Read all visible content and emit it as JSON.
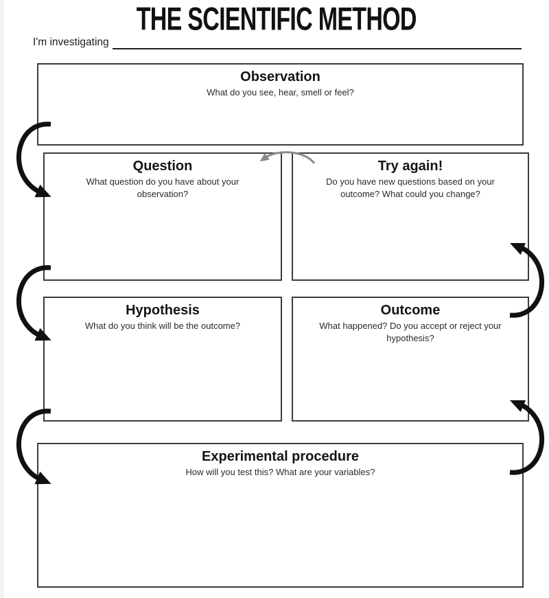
{
  "page": {
    "title": "THE SCIENTIFIC METHOD",
    "investigating_label": "I'm investigating"
  },
  "boxes": {
    "observation": {
      "title": "Observation",
      "prompt": "What do you see, hear, smell or feel?"
    },
    "question": {
      "title": "Question",
      "prompt": "What question do you have about your observation?"
    },
    "try_again": {
      "title": "Try again!",
      "prompt": "Do you have new questions based on your outcome? What could you change?"
    },
    "hypothesis": {
      "title": "Hypothesis",
      "prompt": "What do you think will be the outcome?"
    },
    "outcome": {
      "title": "Outcome",
      "prompt": "What happened? Do you accept or reject your hypothesis?"
    },
    "experimental_procedure": {
      "title": "Experimental procedure",
      "prompt": "How will you test this? What are your variables?"
    }
  },
  "flow": [
    "observation -> question",
    "question -> hypothesis",
    "hypothesis -> experimental_procedure",
    "experimental_procedure -> outcome",
    "outcome -> try_again",
    "try_again -> question"
  ],
  "colors": {
    "arrow_black": "#111111",
    "arrow_gray": "#8a8a8a",
    "box_border": "#3c3c3c",
    "text": "#1d1d1d",
    "background": "#ffffff"
  }
}
